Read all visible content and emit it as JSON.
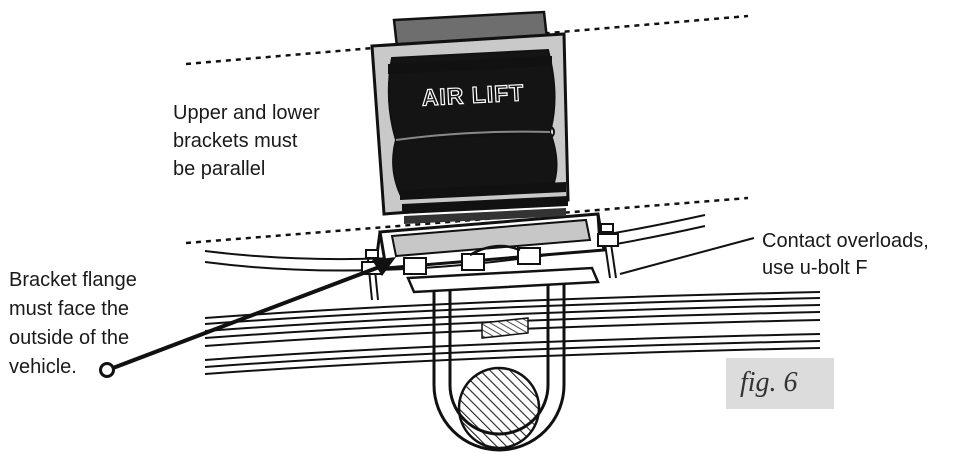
{
  "brand_label": "AIR LIFT",
  "labels": {
    "parallel": [
      "Upper and lower",
      "brackets must",
      "be parallel"
    ],
    "contact": [
      "Contact overloads,",
      "use u-bolt F"
    ],
    "flange": [
      "Bracket flange",
      "must face the",
      "outside of the",
      "vehicle."
    ]
  },
  "figure_label": "fig. 6"
}
